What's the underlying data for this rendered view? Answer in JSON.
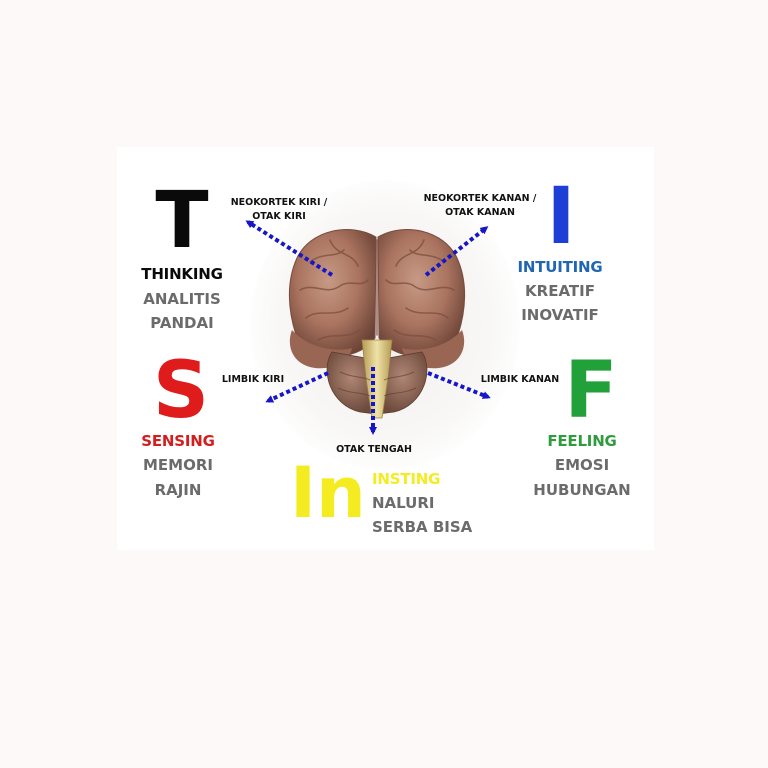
{
  "colors": {
    "thinking": "#0a0a0a",
    "intuiting": "#1d3fd6",
    "intuiting_title": "#2166b0",
    "sensing": "#e01b1b",
    "sensing_title": "#d21e1e",
    "feeling": "#22a03a",
    "feeling_title": "#2f9b3e",
    "insting": "#f4ec21",
    "arrow": "#1616c8",
    "trait_text": "#6b6b6b"
  },
  "icons": {
    "center": "brain-icon"
  },
  "quadrants": {
    "thinking": {
      "letter": "T",
      "title": "THINKING",
      "traits": [
        "ANALITIS",
        "PANDAI"
      ]
    },
    "intuiting": {
      "letter": "I",
      "title": "INTUITING",
      "traits": [
        "KREATIF",
        "INOVATIF"
      ]
    },
    "sensing": {
      "letter": "S",
      "title": "SENSING",
      "traits": [
        "MEMORI",
        "RAJIN"
      ]
    },
    "feeling": {
      "letter": "F",
      "title": "FEELING",
      "traits": [
        "EMOSI",
        "HUBUNGAN"
      ]
    },
    "insting": {
      "letter": "In",
      "title": "INSTING",
      "traits": [
        "NALURI",
        "SERBA BISA"
      ]
    }
  },
  "brain_labels": {
    "left_neocortex": [
      "NEOKORTEK KIRI /",
      "OTAK KIRI"
    ],
    "right_neocortex": [
      "NEOKORTEK KANAN /",
      "OTAK KANAN"
    ],
    "left_limbic": "LIMBIK KIRI",
    "right_limbic": "LIMBIK KANAN",
    "midbrain": "OTAK TENGAH"
  }
}
